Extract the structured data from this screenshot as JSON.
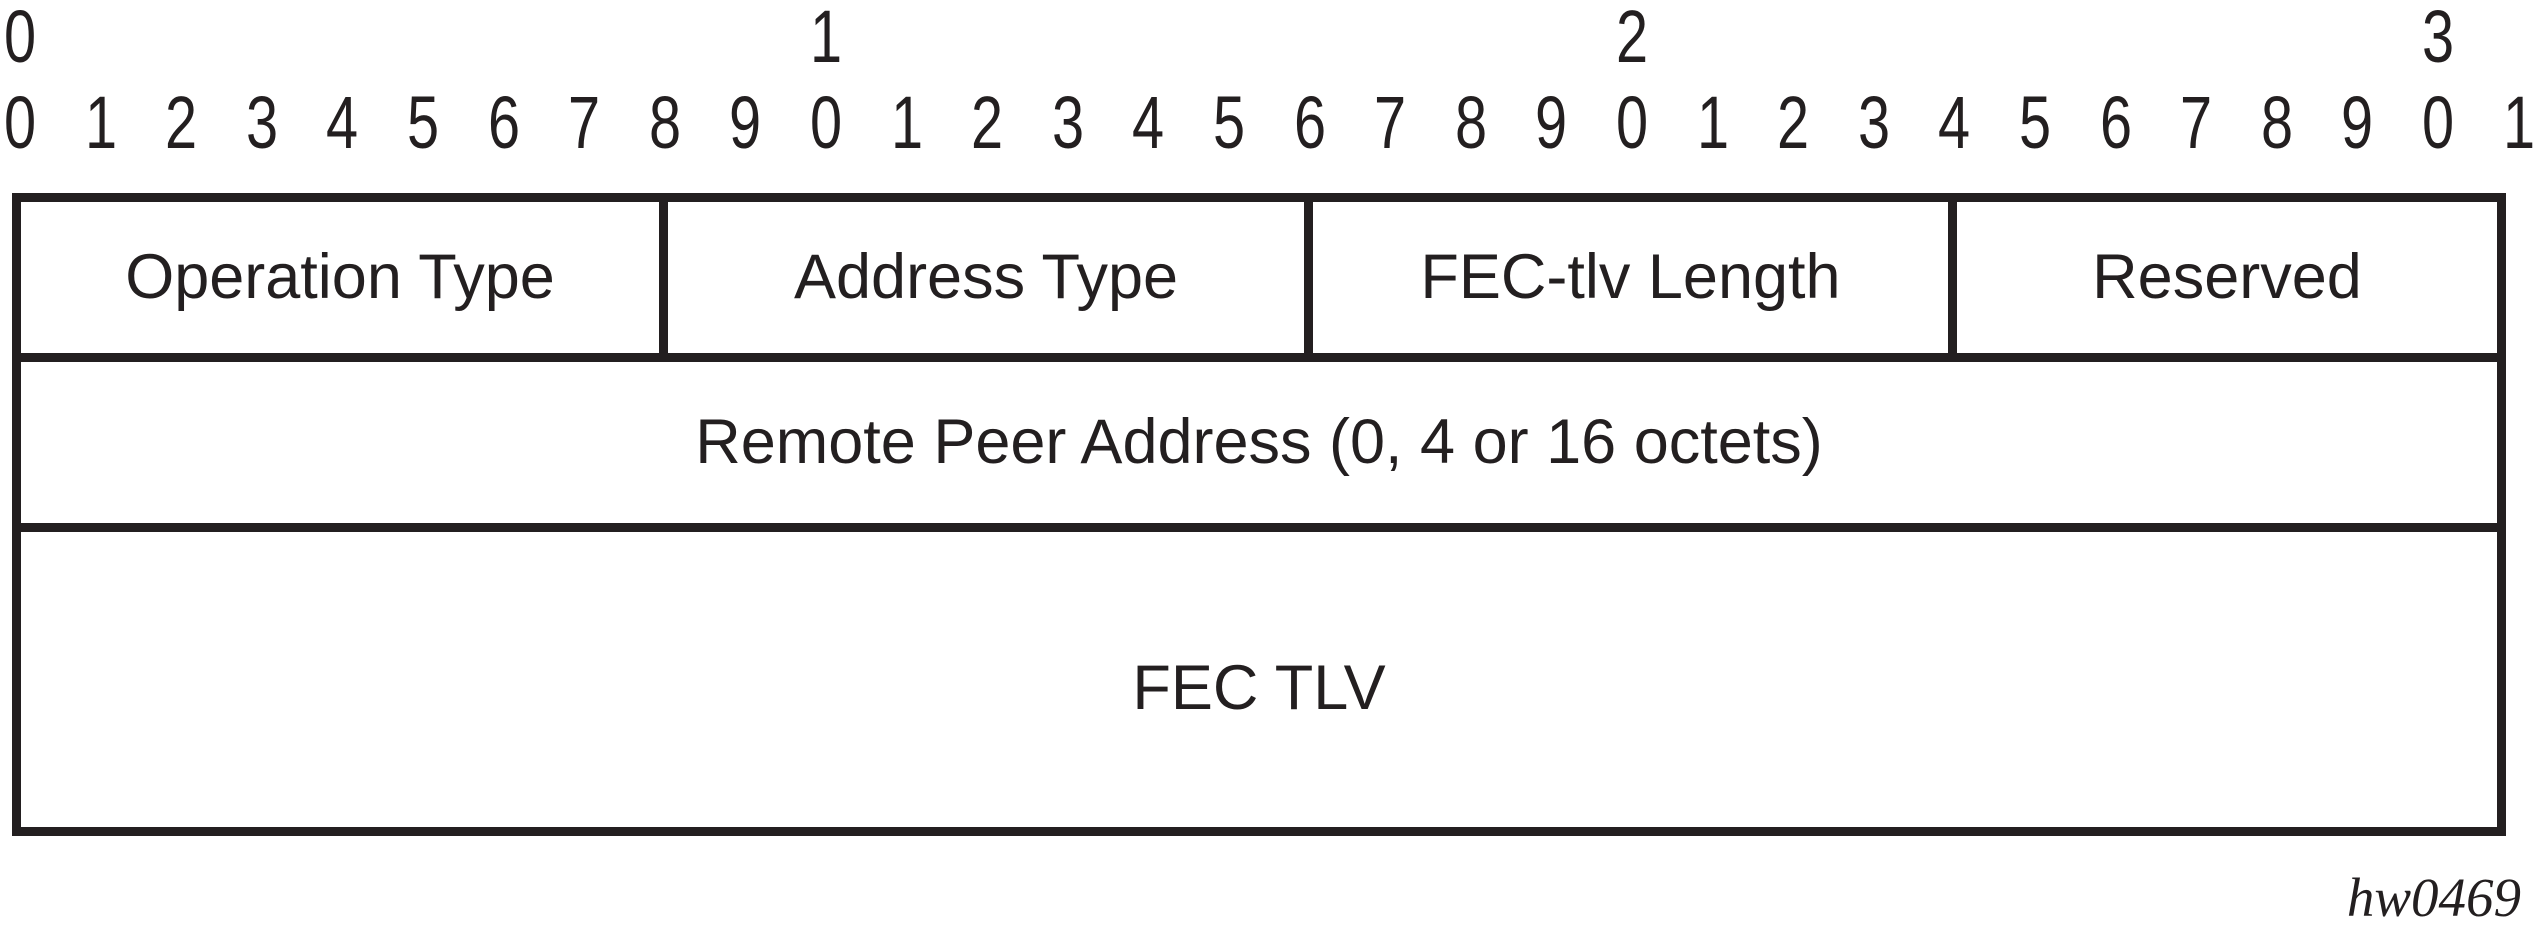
{
  "colors": {
    "ink": "#231f20",
    "background": "#ffffff"
  },
  "ruler": {
    "tens_labels": [
      {
        "label": "0",
        "bit": 0
      },
      {
        "label": "1",
        "bit": 10
      },
      {
        "label": "2",
        "bit": 20
      },
      {
        "label": "3",
        "bit": 30
      }
    ],
    "bit_labels": [
      "0",
      "1",
      "2",
      "3",
      "4",
      "5",
      "6",
      "7",
      "8",
      "9",
      "0",
      "1",
      "2",
      "3",
      "4",
      "5",
      "6",
      "7",
      "8",
      "9",
      "0",
      "1",
      "2",
      "3",
      "4",
      "5",
      "6",
      "7",
      "8",
      "9",
      "0",
      "1"
    ]
  },
  "diagram": {
    "row1": {
      "fields": [
        {
          "label": "Operation Type"
        },
        {
          "label": "Address Type"
        },
        {
          "label": "FEC-tlv Length"
        },
        {
          "label": "Reserved"
        }
      ]
    },
    "row2": {
      "label": "Remote Peer Address (0, 4 or 16 octets)"
    },
    "row3": {
      "label": "FEC TLV"
    }
  },
  "footer": {
    "figure_id": "hw0469"
  }
}
